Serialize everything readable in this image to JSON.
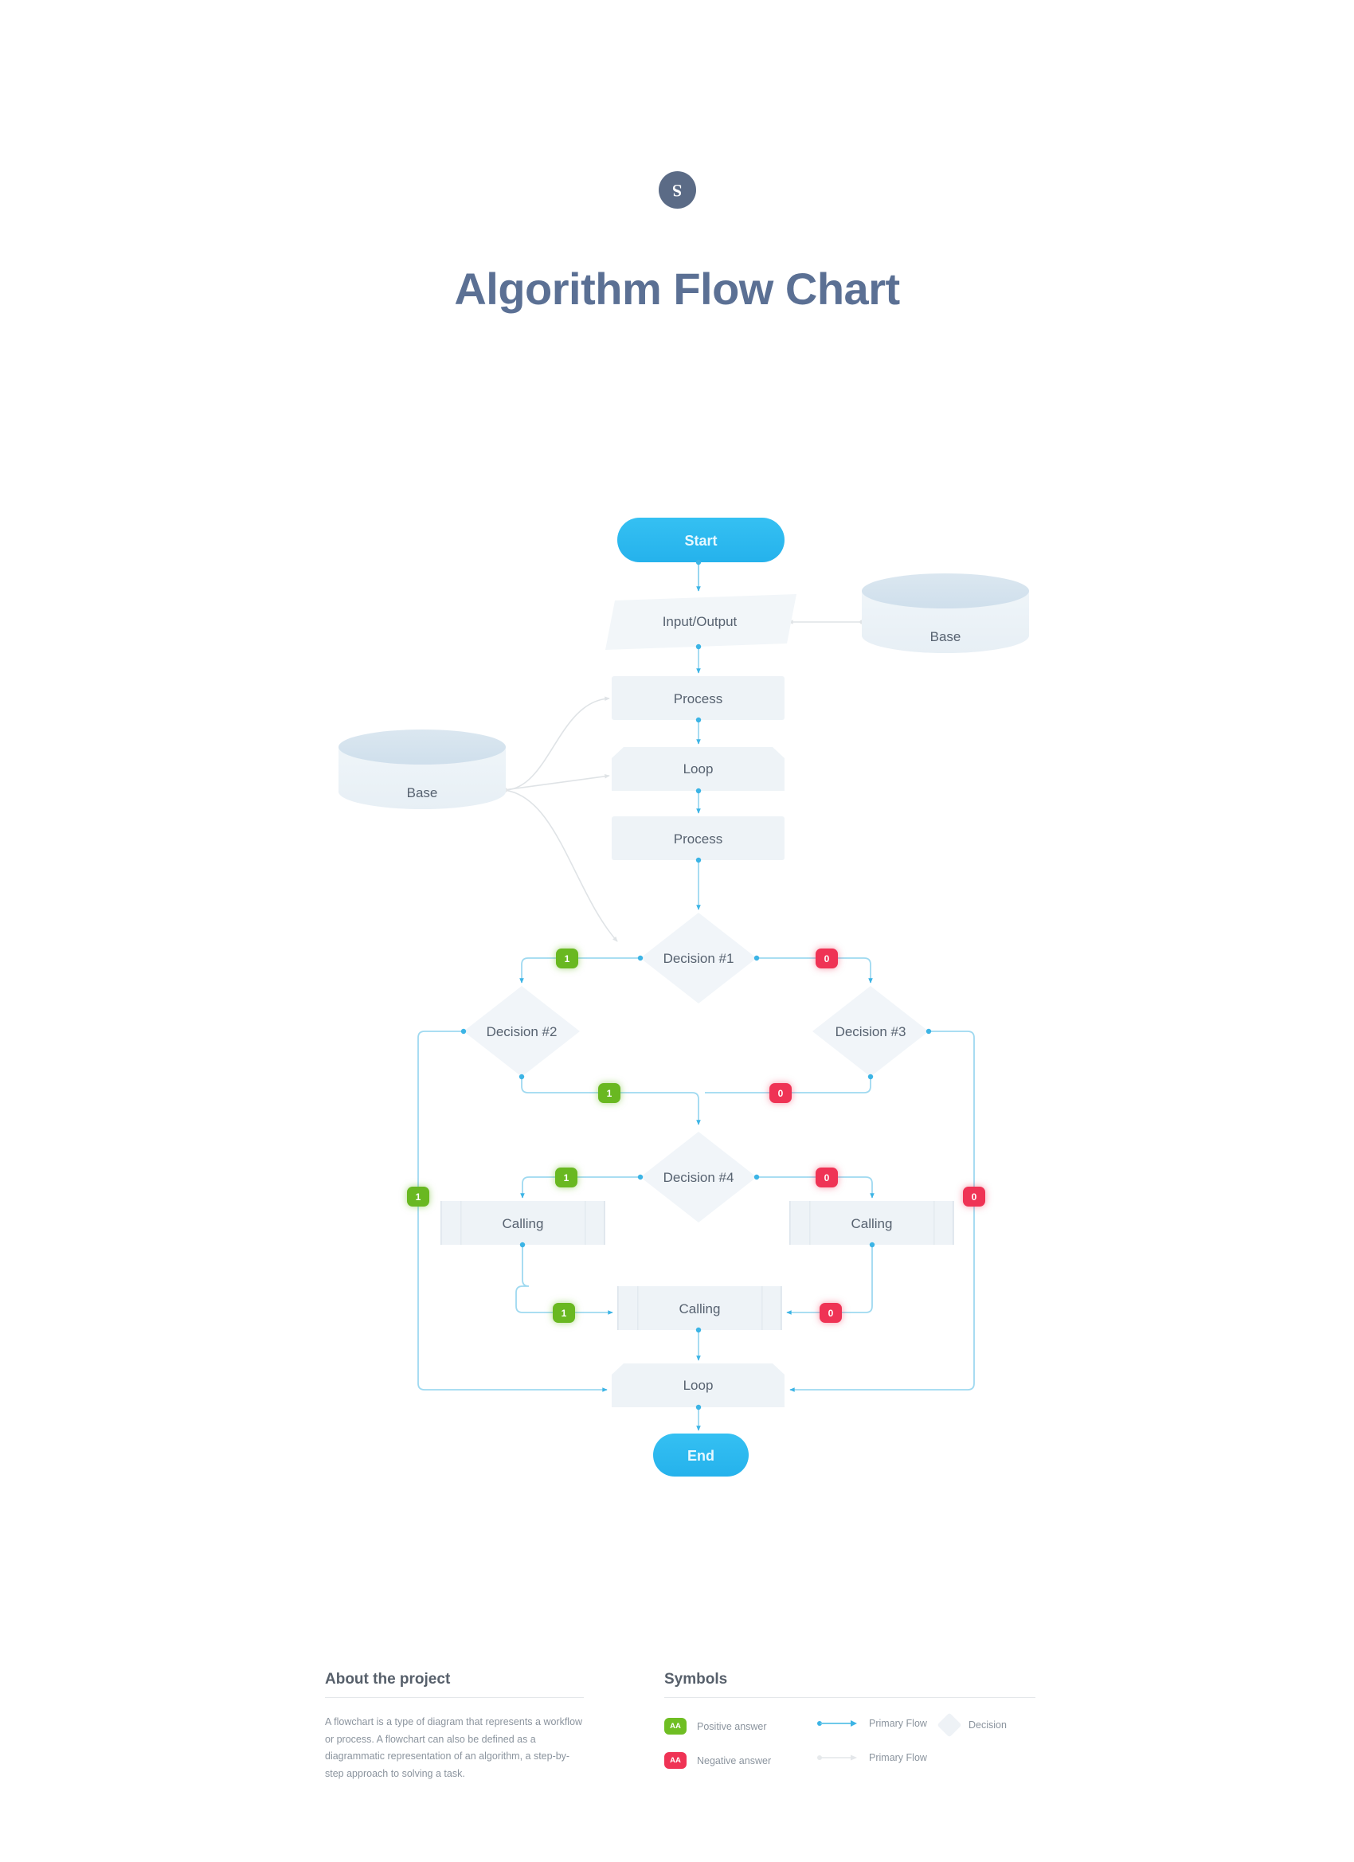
{
  "header": {
    "logo_icon": "s-monogram-icon",
    "title": "Algorithm Flow Chart"
  },
  "colors": {
    "terminator": "#2bb8ef",
    "node_fill": "#eef3f7",
    "positive": "#69b821",
    "negative": "#ef3355",
    "primary_flow": "#3cb4e5",
    "secondary_flow": "#dfe3e6",
    "title": "#5b7094",
    "logo_bg": "#5b6b86"
  },
  "flow": {
    "nodes": [
      {
        "id": "start",
        "label": "Start",
        "shape": "terminator"
      },
      {
        "id": "io",
        "label": "Input/Output",
        "shape": "parallelogram"
      },
      {
        "id": "base_right",
        "label": "Base",
        "shape": "cylinder"
      },
      {
        "id": "base_left",
        "label": "Base",
        "shape": "cylinder"
      },
      {
        "id": "process1",
        "label": "Process",
        "shape": "rect"
      },
      {
        "id": "loop1",
        "label": "Loop",
        "shape": "loop"
      },
      {
        "id": "process2",
        "label": "Process",
        "shape": "rect"
      },
      {
        "id": "dec1",
        "label": "Decision #1",
        "shape": "diamond"
      },
      {
        "id": "dec2",
        "label": "Decision #2",
        "shape": "diamond"
      },
      {
        "id": "dec3",
        "label": "Decision #3",
        "shape": "diamond"
      },
      {
        "id": "dec4",
        "label": "Decision #4",
        "shape": "diamond"
      },
      {
        "id": "call_left",
        "label": "Calling",
        "shape": "subroutine"
      },
      {
        "id": "call_right",
        "label": "Calling",
        "shape": "subroutine"
      },
      {
        "id": "call_mid",
        "label": "Calling",
        "shape": "subroutine"
      },
      {
        "id": "loop2",
        "label": "Loop",
        "shape": "loop"
      },
      {
        "id": "end",
        "label": "End",
        "shape": "terminator"
      }
    ],
    "badges": [
      {
        "id": "b1",
        "value": "1",
        "type": "positive"
      },
      {
        "id": "b2",
        "value": "0",
        "type": "negative"
      },
      {
        "id": "b3",
        "value": "1",
        "type": "positive"
      },
      {
        "id": "b4",
        "value": "0",
        "type": "negative"
      },
      {
        "id": "b5",
        "value": "1",
        "type": "positive"
      },
      {
        "id": "b6",
        "value": "0",
        "type": "negative"
      },
      {
        "id": "b7",
        "value": "1",
        "type": "positive"
      },
      {
        "id": "b8",
        "value": "0",
        "type": "negative"
      },
      {
        "id": "b9",
        "value": "1",
        "type": "positive"
      },
      {
        "id": "b10",
        "value": "0",
        "type": "negative"
      }
    ]
  },
  "about": {
    "title": "About the project",
    "body": "A flowchart is a type of diagram that represents a workflow or process. A flowchart can also be defined as a diagrammatic representation of an algorithm, a step-by-step approach to solving a task."
  },
  "symbols": {
    "title": "Symbols",
    "items": [
      {
        "key": "positive",
        "badge": "AA",
        "label": "Positive answer"
      },
      {
        "key": "negative",
        "badge": "AA",
        "label": "Negative answer"
      },
      {
        "key": "primary_flow_cyan",
        "label": "Primary Flow"
      },
      {
        "key": "primary_flow_gray",
        "label": "Primary Flow"
      },
      {
        "key": "decision",
        "label": "Decision"
      }
    ]
  }
}
